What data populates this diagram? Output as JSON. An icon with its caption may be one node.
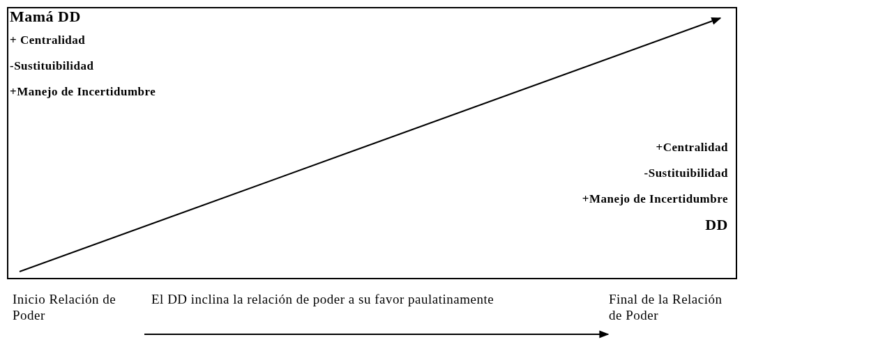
{
  "diagram": {
    "nodes": [
      {
        "text": [],
        "shape": "box"
      },
      {
        "text": [
          "Mamá DD",
          "+ Centralidad",
          "-Sustituibilidad",
          "+Manejo de Incertidumbre"
        ],
        "in": 0
      },
      {
        "text": [
          "+Centralidad",
          "-Sustituibilidad",
          "+Manejo de Incertidumbre",
          "DD"
        ],
        "in": 0
      },
      {
        "text": [
          "Inicio Relación de Poder"
        ]
      },
      {
        "text": [
          "Final de la Relación de Poder"
        ]
      }
    ],
    "edges": [
      {
        "from": 3,
        "to": 4,
        "arrow": "to",
        "label": "El DD inclina la relación de poder a su favor paulatinamente"
      }
    ]
  }
}
